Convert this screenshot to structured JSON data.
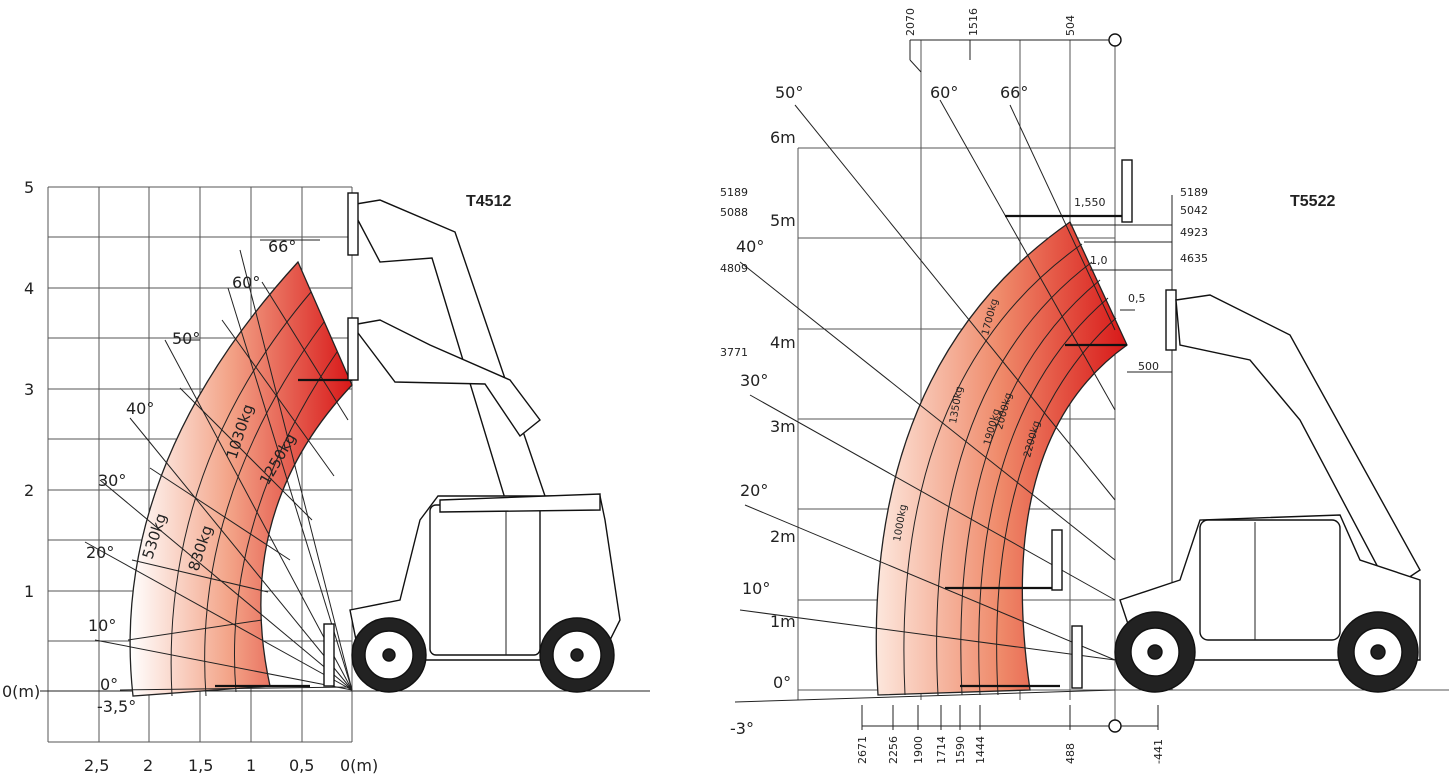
{
  "left_chart": {
    "title": "T4512",
    "x_ticks": [
      "2,5",
      "2",
      "1,5",
      "1",
      "0,5",
      "0(m)"
    ],
    "y_ticks": [
      "5",
      "4",
      "3",
      "2",
      "1",
      "0(m)"
    ],
    "angles": [
      "66°",
      "60°",
      "50°",
      "40°",
      "30°",
      "20°",
      "10°",
      "0°",
      "-3,5°"
    ],
    "load_labels": [
      "530kg",
      "830kg",
      "1030kg",
      "1250kg"
    ]
  },
  "right_chart": {
    "title": "T5522",
    "y_ticks": [
      "6m",
      "5m",
      "4m",
      "3m",
      "2m",
      "1m",
      "0°"
    ],
    "angles": [
      "50°",
      "60°",
      "66°",
      "40°",
      "30°",
      "20°",
      "10°",
      "-3°"
    ],
    "top_dims": [
      "2070",
      "1516",
      "504"
    ],
    "bottom_dims": [
      "2671",
      "2256",
      "1900",
      "1714",
      "1590",
      "1444",
      "488",
      "-441"
    ],
    "left_heights": [
      "5189",
      "5088",
      "4809",
      "3771"
    ],
    "right_heights": [
      "5189",
      "5042",
      "4923",
      "4635"
    ],
    "fork_labels": [
      "1,550",
      "1,0",
      "0,5"
    ],
    "reach_label": "500",
    "load_labels": [
      "1000kg",
      "1350kg",
      "1700kg",
      "1900kg",
      "2000kg",
      "2200kg"
    ]
  }
}
